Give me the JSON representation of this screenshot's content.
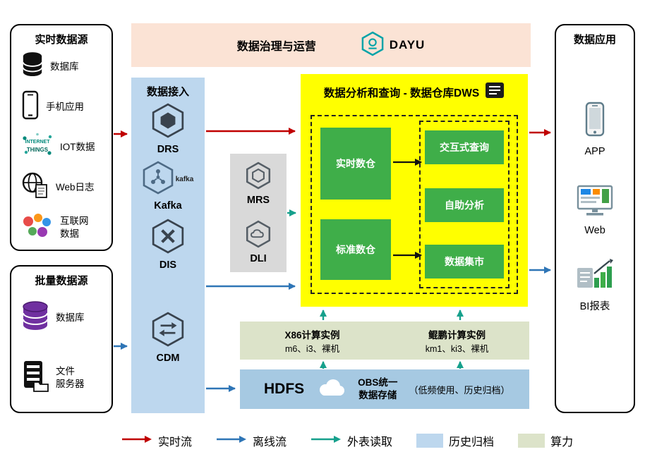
{
  "governance": {
    "title": "数据治理与运营",
    "product": "DAYU"
  },
  "realtime_sources": {
    "title": "实时数据源",
    "items": [
      {
        "label": "数据库",
        "icon": "database-icon"
      },
      {
        "label": "手机应用",
        "icon": "phone-icon"
      },
      {
        "label": "IOT数据",
        "icon": "iot-icon",
        "icon_text_top": "INTERNET",
        "icon_text_bottom": "THINGS"
      },
      {
        "label": "Web日志",
        "icon": "web-log-icon"
      },
      {
        "label": "互联网\n数据",
        "icon": "internet-data-icon"
      }
    ]
  },
  "batch_sources": {
    "title": "批量数据源",
    "items": [
      {
        "label": "数据库",
        "icon": "database-purple-icon"
      },
      {
        "label": "文件\n服务器",
        "icon": "file-server-icon"
      }
    ]
  },
  "ingestion": {
    "title": "数据接入",
    "services": [
      {
        "label": "DRS"
      },
      {
        "label": "Kafka",
        "wordmark": "kafka"
      },
      {
        "label": "DIS"
      },
      {
        "label": "CDM"
      }
    ]
  },
  "processing": {
    "services": [
      {
        "label": "MRS"
      },
      {
        "label": "DLI"
      }
    ]
  },
  "dws": {
    "title": "数据分析和查询 - 数据仓库DWS",
    "left_modules": [
      {
        "label": "实时数仓"
      },
      {
        "label": "标准数仓"
      }
    ],
    "right_modules": [
      {
        "label": "交互式查询"
      },
      {
        "label": "自助分析"
      },
      {
        "label": "数据集市"
      }
    ]
  },
  "compute": {
    "instances": [
      {
        "title": "X86计算实例",
        "subtitle": "m6、i3、裸机"
      },
      {
        "title": "鲲鹏计算实例",
        "subtitle": "km1、ki3、裸机"
      }
    ]
  },
  "storage": {
    "hdfs_label": "HDFS",
    "obs_line1": "OBS统一",
    "obs_line2": "数据存储",
    "obs_note": "（低频使用、历史归档）"
  },
  "applications": {
    "title": "数据应用",
    "items": [
      {
        "label": "APP",
        "icon": "app-icon"
      },
      {
        "label": "Web",
        "icon": "web-monitor-icon"
      },
      {
        "label": "BI报表",
        "icon": "bi-report-icon"
      }
    ]
  },
  "legend": {
    "items": [
      {
        "label": "实时流",
        "type": "arrow",
        "color": "#c00000"
      },
      {
        "label": "离线流",
        "type": "arrow",
        "color": "#2e75b6"
      },
      {
        "label": "外表读取",
        "type": "arrow",
        "color": "#16a08c"
      },
      {
        "label": "历史归档",
        "type": "swatch",
        "color": "#bdd7ee"
      },
      {
        "label": "算力",
        "type": "swatch",
        "color": "#dce3c9"
      }
    ]
  },
  "colors": {
    "dws_background": "#ffff00",
    "module_green": "#3fae49",
    "governance_banner": "#fbe3d5",
    "ingestion_panel": "#bdd7ee",
    "processing_panel": "#d9d9d9",
    "storage_panel": "#a6c9e2",
    "compute_panel": "#dce3c9"
  }
}
